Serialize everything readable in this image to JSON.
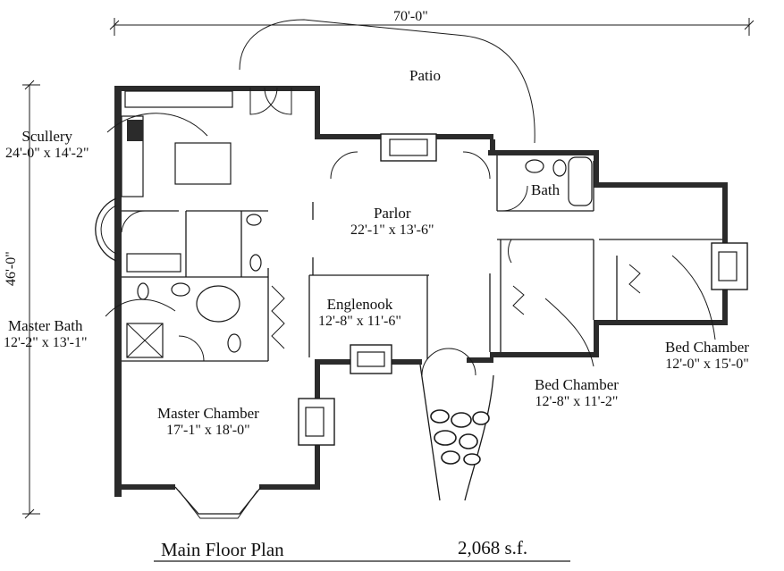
{
  "overall": {
    "width_dim": "70'-0\"",
    "depth_dim": "46'-0\""
  },
  "rooms": {
    "patio": {
      "name": "Patio"
    },
    "scullery": {
      "name": "Scullery",
      "dim": "24'-0\" x 14'-2\""
    },
    "parlor": {
      "name": "Parlor",
      "dim": "22'-1\" x 13'-6\""
    },
    "bath": {
      "name": "Bath"
    },
    "englenook": {
      "name": "Englenook",
      "dim": "12'-8\" x 11'-6\""
    },
    "master_bath": {
      "name": "Master Bath",
      "dim": "12'-2\" x 13'-1\""
    },
    "master_chamber": {
      "name": "Master Chamber",
      "dim": "17'-1\" x 18'-0\""
    },
    "bed_chamber_1": {
      "name": "Bed Chamber",
      "dim": "12'-8\" x 11'-2\""
    },
    "bed_chamber_2": {
      "name": "Bed Chamber",
      "dim": "12'-0\" x 15'-0\""
    }
  },
  "caption": {
    "title": "Main Floor Plan",
    "area": "2,068 s.f."
  }
}
